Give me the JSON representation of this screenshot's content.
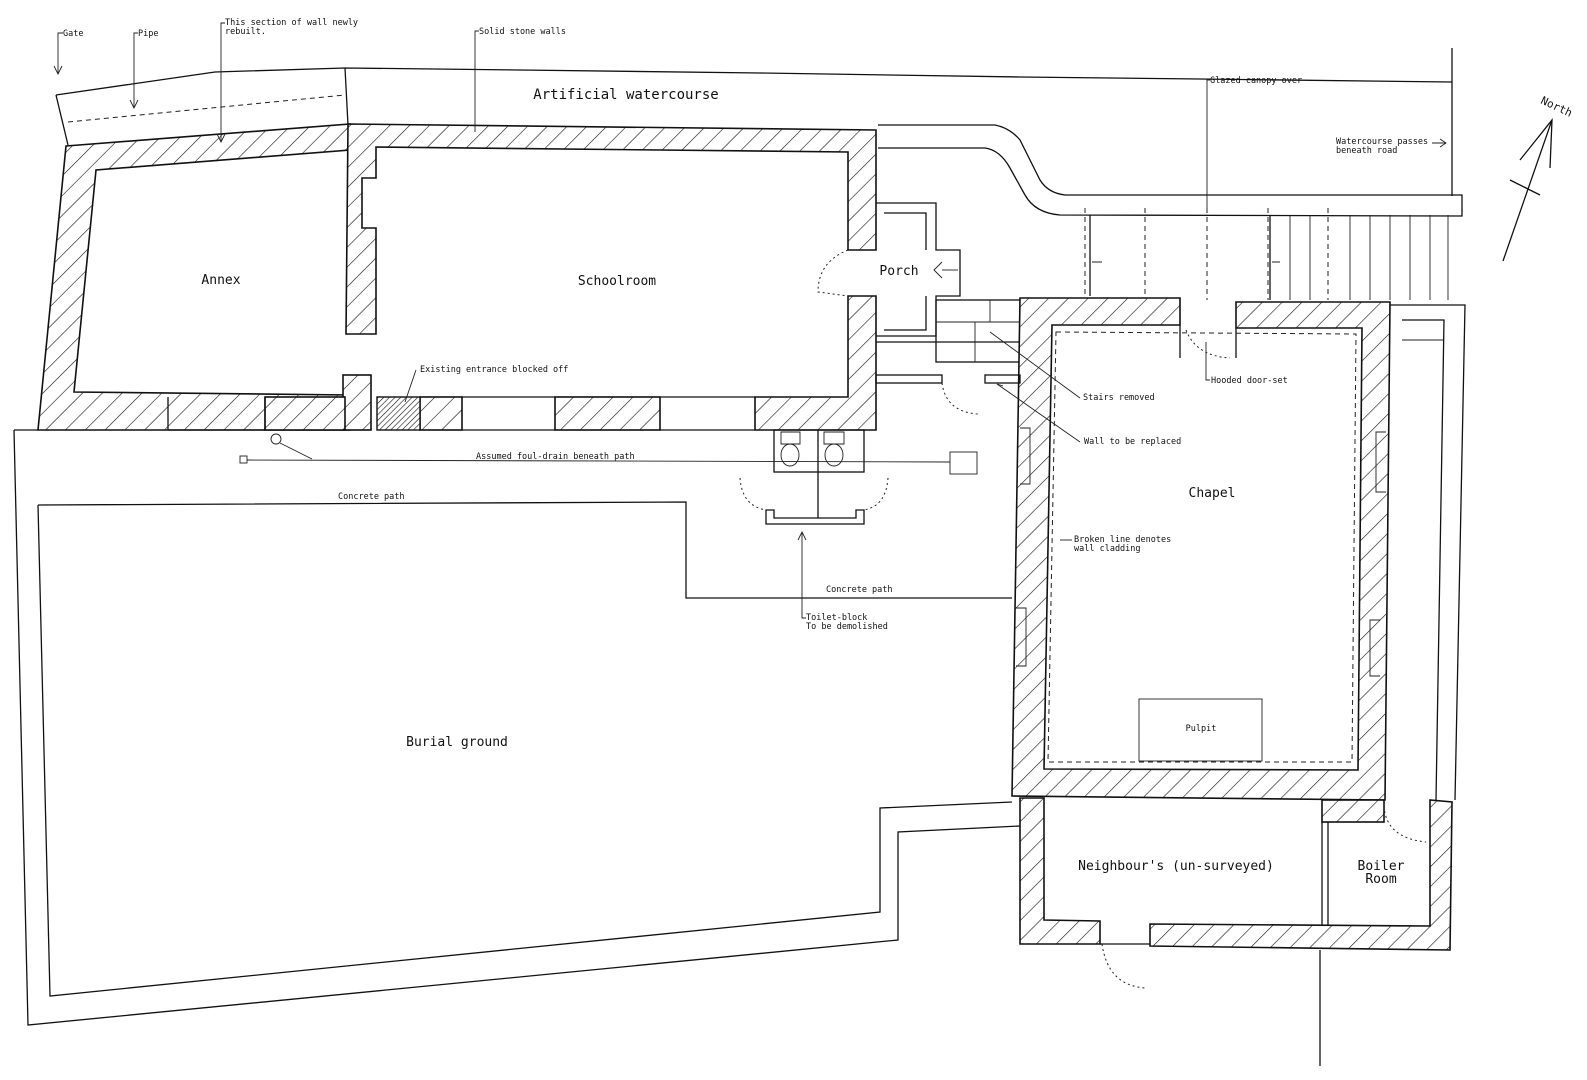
{
  "rooms": {
    "annex": "Annex",
    "schoolroom": "Schoolroom",
    "porch": "Porch",
    "chapel": "Chapel",
    "pulpit": "Pulpit",
    "burial_ground": "Burial ground",
    "neighbours": "Neighbour's (un-surveyed)",
    "boiler_line1": "Boiler",
    "boiler_line2": "Room",
    "watercourse": "Artificial watercourse"
  },
  "notes": {
    "gate": "Gate",
    "pipe": "Pipe",
    "wall_rebuilt_1": "This section of wall newly",
    "wall_rebuilt_2": "rebuilt.",
    "solid_stone": "Solid stone walls",
    "glazed_canopy": "Glazed canopy over",
    "passes_1": "Watercourse passes",
    "passes_2": "beneath road",
    "north": "North",
    "entrance_blocked": "Existing entrance blocked off",
    "foul_drain": "Assumed foul-drain beneath path",
    "concrete_path_1": "Concrete path",
    "concrete_path_2": "Concrete path",
    "stairs_removed": "Stairs removed",
    "wall_replaced": "Wall to be replaced",
    "hooded_door": "Hooded door-set",
    "broken_line_1": "Broken line denotes",
    "broken_line_2": "wall cladding",
    "toilet_1": "Toilet-block",
    "toilet_2": "To be demolished"
  }
}
